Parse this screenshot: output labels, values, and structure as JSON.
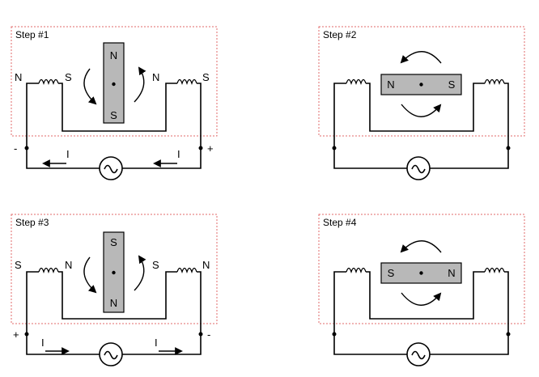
{
  "steps": [
    {
      "title": "Step #1",
      "left_outer": "N",
      "left_inner": "S",
      "right_inner": "N",
      "right_outer": "S",
      "magnet_a": "N",
      "magnet_b": "S",
      "left_sign": "-",
      "right_sign": "+",
      "left_current": "I",
      "right_current": "I"
    },
    {
      "title": "Step #2",
      "magnet_a": "N",
      "magnet_b": "S"
    },
    {
      "title": "Step #3",
      "left_outer": "S",
      "left_inner": "N",
      "right_inner": "S",
      "right_outer": "N",
      "magnet_a": "S",
      "magnet_b": "N",
      "left_sign": "+",
      "right_sign": "-",
      "left_current": "I",
      "right_current": "I"
    },
    {
      "title": "Step #4",
      "magnet_a": "S",
      "magnet_b": "N"
    }
  ],
  "colors": {
    "dashed_border": "#e06a6a",
    "magnet_fill": "#b8b8b8",
    "wire": "#000000"
  }
}
